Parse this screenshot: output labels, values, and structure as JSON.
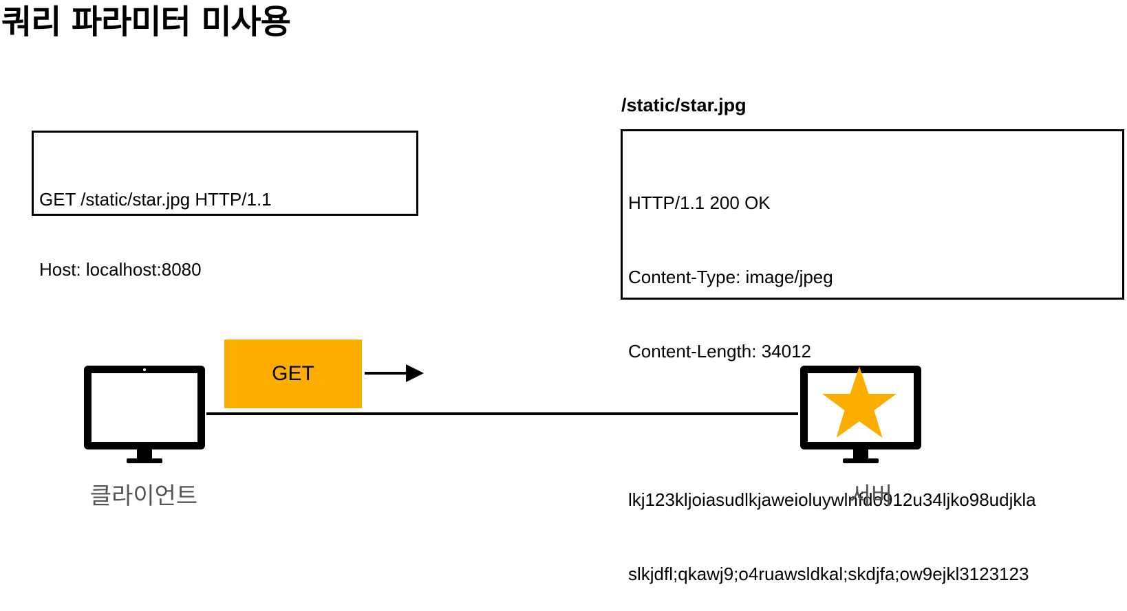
{
  "title": "쿼리 파라미터 미사용",
  "request": {
    "lines": [
      "GET /static/star.jpg HTTP/1.1",
      "Host: localhost:8080"
    ]
  },
  "response": {
    "path": "/static/star.jpg",
    "lines": [
      "HTTP/1.1 200 OK",
      "Content-Type: image/jpeg",
      "Content-Length: 34012",
      "",
      "lkj123kljoiasudlkjaweioluywlnfdo912u34ljko98udjkla",
      "slkjdfl;qkawj9;o4ruawsldkal;skdjfa;ow9ejkl3123123"
    ]
  },
  "method_badge": "GET",
  "client": {
    "label": "클라이언트",
    "icon": "monitor-icon"
  },
  "server": {
    "label": "서버",
    "icon": "monitor-star-icon"
  },
  "colors": {
    "accent": "#FBAE00",
    "line": "#000000"
  }
}
